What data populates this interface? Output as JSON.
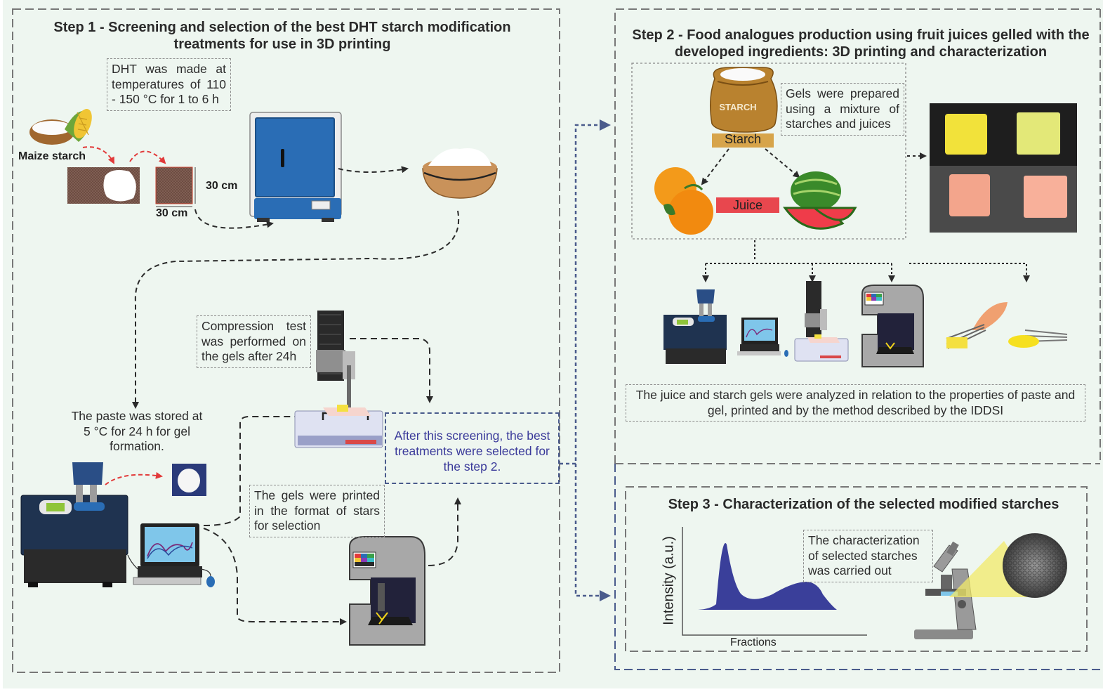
{
  "step1": {
    "title": "Step 1 - Screening and selection of the best DHT starch modification treatments for use in 3D printing",
    "dht_note": "DHT was made at temperatures of 110 - 150 °C for 1 to 6 h",
    "maize_label": "Maize starch",
    "dim_height": "30 cm",
    "dim_width": "30 cm",
    "paste_note": "The paste was stored at 5 °C for 24 h for gel formation.",
    "compression_note": "Compression test was performed on the gels after 24h",
    "printed_note": "The gels were printed in the format of stars for selection",
    "selection_note": "After this screening, the best treatments were selected for the step 2."
  },
  "step2": {
    "title": "Step 2 - Food analogues production using fruit juices gelled with the developed ingredients: 3D printing and characterization",
    "gels_note": "Gels were prepared using a mixture of starches and juices",
    "starch_bag_text": "STARCH",
    "starch_label": "Starch",
    "juice_label": "Juice",
    "analysis_note": "The juice and starch gels were analyzed in relation to the properties of paste and gel, printed and by the method described by the IDDSI"
  },
  "step3": {
    "title": "Step 3 - Characterization of the selected modified starches",
    "characterization_note": "The characterization of selected starches was carried out",
    "ylabel": "Intensity (a.u.)",
    "xlabel": "Fractions"
  },
  "colors": {
    "navy_dashed": "#4a5b8c",
    "box_gray": "#777777",
    "oven_blue": "#2a6db5",
    "juice_red": "#e8474e",
    "starch_gold": "#c58a2a",
    "chart_fill": "#3a3f9a"
  },
  "icons": [
    "maize-icon",
    "oven-icon",
    "starch-bowl-icon",
    "rheometer-icon",
    "computer-icon",
    "texture-analyzer-icon",
    "3d-printer-icon",
    "starch-bag-icon",
    "orange-icon",
    "watermelon-icon",
    "gel-cubes-photo",
    "fork-spoon-icon",
    "microscope-icon",
    "starch-granules-micrograph"
  ]
}
